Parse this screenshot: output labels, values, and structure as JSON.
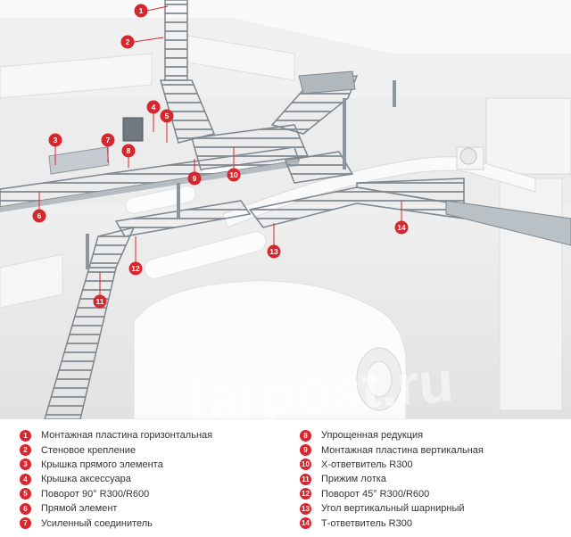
{
  "callouts": [
    {
      "num": "1",
      "text": "Монтажная пластина горизонтальная"
    },
    {
      "num": "2",
      "text": "Стеновое крепление"
    },
    {
      "num": "3",
      "text": "Крышка прямого элемента"
    },
    {
      "num": "4",
      "text": "Крышка аксессуара"
    },
    {
      "num": "5",
      "text": "Поворот 90° R300/R600"
    },
    {
      "num": "6",
      "text": "Прямой элемент"
    },
    {
      "num": "7",
      "text": "Усиленный соединитель"
    },
    {
      "num": "8",
      "text": "Упрощенная редукция"
    },
    {
      "num": "9",
      "text": "Монтажная пластина вертикальная"
    },
    {
      "num": "10",
      "text": "Х-ответвитель R300"
    },
    {
      "num": "11",
      "text": "Прижим лотка"
    },
    {
      "num": "12",
      "text": "Поворот 45° R300/R600"
    },
    {
      "num": "13",
      "text": "Угол вертикальный шарнирный"
    },
    {
      "num": "14",
      "text": "Т-ответвитель R300"
    }
  ],
  "colors": {
    "accent": "#d8262f",
    "tray": "#9aa3ab",
    "wall": "#f2f2f2"
  },
  "watermark": "farpost.ru"
}
